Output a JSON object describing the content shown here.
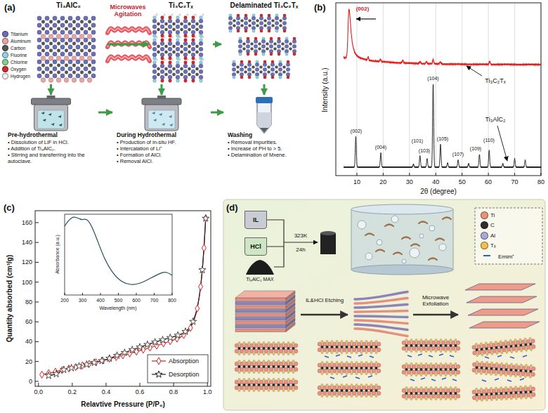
{
  "diagram": {
    "nodes": [
      {
        "text": [
          "Ti₃AlC₂"
        ]
      },
      {
        "text": [
          "Ti₃C₂Tₓ"
        ]
      },
      {
        "text": [
          "Delaminated Ti₃C₂Tₓ"
        ]
      },
      {
        "text": [
          "Pre-hydrothermal",
          "• Dissolution of LiF in HCl.",
          "• Addition of Ti₃AlC₂.",
          "• Stirring and transferring into the autoclave."
        ]
      },
      {
        "text": [
          "During Hydrothermal",
          "• Production of in-situ HF.",
          "• Intercalation of Li⁺",
          "• Formation of AlCl.",
          "• Removal AlCl."
        ]
      },
      {
        "text": [
          "Washing",
          "• Removal impurities.",
          "• Increase of PH to > 5.",
          "• Delamination of Mxene."
        ]
      },
      {
        "text": [
          "IL"
        ]
      },
      {
        "text": [
          "HCl"
        ]
      },
      {
        "text": [
          "Ti₃AlC₂ MAX"
        ]
      }
    ],
    "edges": [
      {
        "from": 0,
        "to": 1,
        "arrow": "to"
      },
      {
        "from": 1,
        "to": 2,
        "arrow": "to"
      },
      {
        "from": 0,
        "to": 3,
        "arrow": "to"
      },
      {
        "from": 1,
        "to": 4,
        "arrow": "to"
      },
      {
        "from": 2,
        "to": 5,
        "arrow": "to"
      },
      {
        "from": 3,
        "to": 4,
        "arrow": "to"
      },
      {
        "from": 4,
        "to": 5,
        "arrow": "to"
      }
    ],
    "labels": [
      "(a)",
      "Microwaves Agitation",
      "(b)",
      "Intensity (a.u.)",
      "2θ (degree)",
      "10",
      "20",
      "30",
      "40",
      "50",
      "60",
      "70",
      "80",
      "(002)",
      "Ti₃C₂Tₓ",
      "Ti₃AlC₂",
      "(002)",
      "(004)",
      "(101)",
      "(103)",
      "(104)",
      "(105)",
      "(107)",
      "(109)",
      "(110)",
      "(c)",
      "Quantity absorbed (cm³/g)",
      "Relavtive Pressure (P/P₀)",
      "0",
      "20",
      "40",
      "60",
      "80",
      "100",
      "120",
      "140",
      "160",
      "0.0",
      "0.2",
      "0.4",
      "0.6",
      "0.8",
      "1.0",
      "Absorbance (a.u.)",
      "Wavelength (nm)",
      "200",
      "300",
      "400",
      "500",
      "600",
      "700",
      "800",
      "(d)",
      "323K",
      "24h",
      "IL&HCl Etching",
      "Microwave Exfoliation"
    ],
    "legend": [
      {
        "text": "Titanium",
        "color": "#6b6fb5"
      },
      {
        "text": "Aluminum",
        "color": "#e9a3a0"
      },
      {
        "text": "Carbon",
        "color": "#555555"
      },
      {
        "text": "Fluorine",
        "color": "#8fd3e6"
      },
      {
        "text": "Chlorine",
        "color": "#7fcf8f"
      },
      {
        "text": "Oxygen",
        "color": "#d9262a"
      },
      {
        "text": "Hydrogen",
        "color": "#f4eef2"
      },
      {
        "text": "Absorption"
      },
      {
        "text": "Desorption"
      },
      {
        "text": "Ti",
        "color": "#ec8f7c"
      },
      {
        "text": "C",
        "color": "#2e2e2e"
      },
      {
        "text": "Al",
        "color": "#a9a9d6"
      },
      {
        "text": "Tₓ",
        "color": "#f0c050"
      },
      {
        "text": "Emim⁺"
      }
    ]
  }
}
